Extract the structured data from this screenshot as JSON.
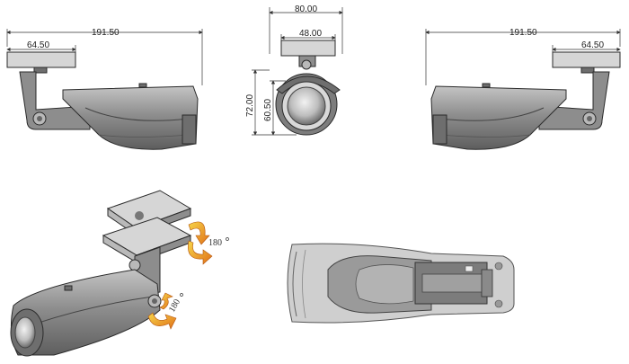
{
  "dimensions": {
    "left_total": "191.50",
    "left_mount": "64.50",
    "front_width": "80.00",
    "front_mount": "48.00",
    "front_height": "72.00",
    "front_lens": "60.50",
    "right_total": "191.50",
    "right_mount": "64.50"
  },
  "rotations": {
    "upper": "180",
    "lower": "180"
  }
}
